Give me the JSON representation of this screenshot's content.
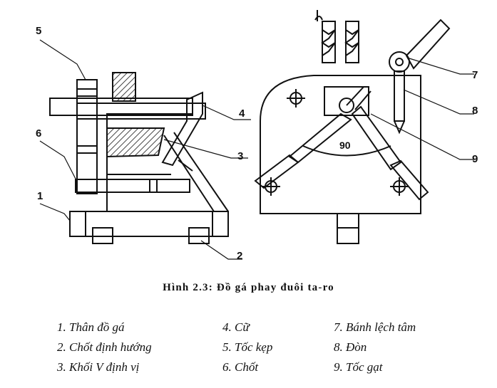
{
  "figure": {
    "caption": "Hình 2.3: Đồ gá phay đuôi ta-ro",
    "angle_label": "90"
  },
  "callouts": [
    "1",
    "2",
    "3",
    "4",
    "5",
    "6",
    "7",
    "8",
    "9"
  ],
  "legend": {
    "col1": [
      "1. Thân đồ gá",
      "2. Chốt định hướng",
      "3. Khối V định vị"
    ],
    "col2": [
      "4. Cữ",
      "5. Tốc kẹp",
      "6. Chốt"
    ],
    "col3": [
      "7. Bánh lệch tâm",
      "8. Đòn",
      "9. Tốc gạt"
    ]
  }
}
